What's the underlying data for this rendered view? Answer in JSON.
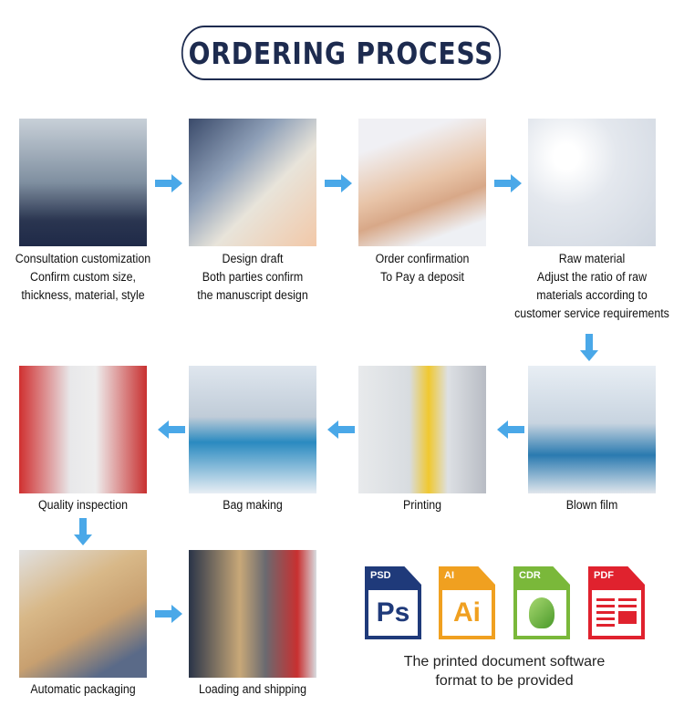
{
  "title": "ORDERING PROCESS",
  "steps": [
    {
      "name": "consultation",
      "lines": [
        "Consultation customization",
        "Confirm custom size,",
        "thickness, material, style"
      ]
    },
    {
      "name": "design",
      "lines": [
        "Design draft",
        "Both parties confirm",
        "the manuscript design"
      ]
    },
    {
      "name": "order",
      "lines": [
        "Order confirmation",
        "To Pay a deposit"
      ]
    },
    {
      "name": "raw-material",
      "lines": [
        "Raw material",
        "Adjust the ratio of raw",
        "materials according to",
        "customer service requirements"
      ]
    },
    {
      "name": "blown-film",
      "lines": [
        "Blown film"
      ]
    },
    {
      "name": "printing",
      "lines": [
        "Printing"
      ]
    },
    {
      "name": "bag-making",
      "lines": [
        "Bag making"
      ]
    },
    {
      "name": "quality",
      "lines": [
        "Quality inspection"
      ]
    },
    {
      "name": "packaging",
      "lines": [
        "Automatic packaging"
      ]
    },
    {
      "name": "shipping",
      "lines": [
        "Loading and shipping"
      ]
    }
  ],
  "files": [
    {
      "label": "PSD",
      "glyph": "Ps",
      "color": "#1f3a7a"
    },
    {
      "label": "AI",
      "glyph": "Ai",
      "color": "#f0a020"
    },
    {
      "label": "CDR",
      "glyph": "",
      "color": "#7ab83a"
    },
    {
      "label": "PDF",
      "glyph": "",
      "color": "#e0222e"
    }
  ],
  "note": [
    "The printed document software",
    "format to be provided"
  ],
  "arrow_color": "#4aa8e8"
}
